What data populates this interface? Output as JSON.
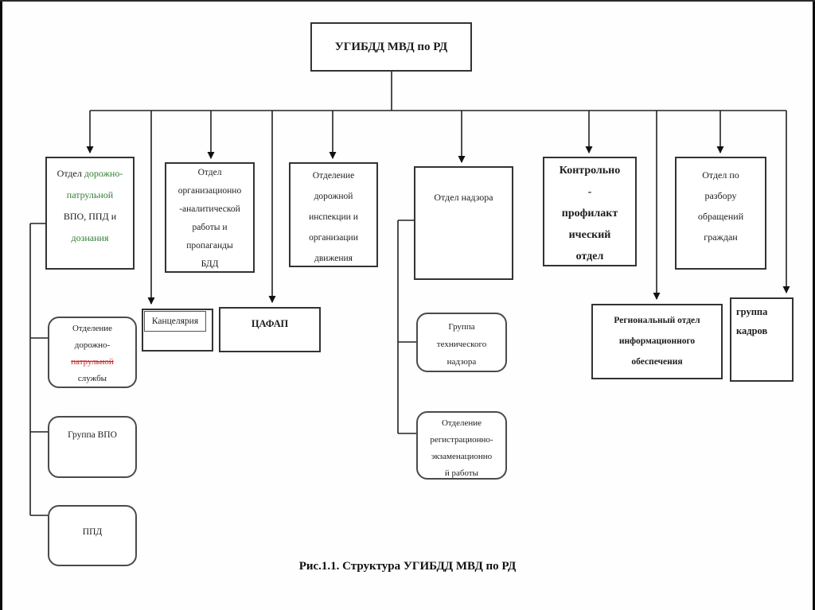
{
  "root_label": "УГИБДД МВД по РД",
  "caption": "Рис.1.1. Структура УГИБДД МВД по РД",
  "colors": {
    "line": "#222222",
    "border": "#333333",
    "spellcheck_green": "#2e7d32",
    "spellcheck_red": "#c62828"
  },
  "boxes": {
    "dps_department": {
      "seg1": "Отдел ",
      "seg2": "дорожно-\nпатрульной",
      "seg3": "\nВПО, ППД и\n",
      "seg4": "дознания"
    },
    "org_analytical": {
      "label": "Отдел\nорганизационно\n-аналитической\nработы и\nпропаганды\nБДД"
    },
    "road_inspection": {
      "label": "Отделение\nдорожной\nинспекции и\nорганизации\nдвижения"
    },
    "supervision": {
      "label": "Отдел надзора"
    },
    "control_prophylactic": {
      "label": "Контрольно\n-\nпрофилакт\nический\nотдел"
    },
    "citizens_appeals": {
      "label": "Отдел по\nразбору\nобращений\nграждан"
    },
    "chancellery": {
      "label": "Канцелярия"
    },
    "tsafap": {
      "label": "ЦАФАП"
    },
    "dps_division": {
      "seg1": "Отделение\nдорожно-\n",
      "seg2": "патрульной",
      "seg3": "\nслужбы"
    },
    "vpo_group": {
      "label": "Группа ВПО"
    },
    "ppd": {
      "label": "ППД"
    },
    "tech_supervision": {
      "label": "Группа\nтехнического\nнадзора"
    },
    "reg_exam": {
      "label": "Отделение\nрегистрационно-\nэкзаменационно\nй работы"
    },
    "regional_info": {
      "label": "Региональный отдел\nинформационного\nобеспечения"
    },
    "hr_group": {
      "label": "группа\nкадров"
    }
  }
}
